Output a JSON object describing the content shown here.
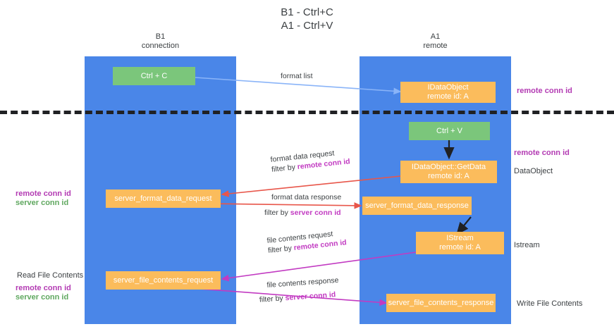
{
  "title": "B1 - Ctrl+C\nA1 - Ctrl+V",
  "lanes": [
    {
      "name": "lane-b1",
      "header": "B1\nconnection"
    },
    {
      "name": "lane-a1",
      "header": "A1\nremote"
    }
  ],
  "nodes": {
    "ctrl_c": "Ctrl + C",
    "ctrl_v": "Ctrl + V",
    "idataobject": "IDataObject\nremote id: A",
    "idataobject_getdata": "IDataObject::GetData\nremote id: A",
    "istream": "IStream\nremote id: A",
    "server_format_data_request": "server_format_data_request",
    "server_format_data_response": "server_format_data_response",
    "server_file_contents_request": "server_file_contents_request",
    "server_file_contents_response": "server_file_contents_response"
  },
  "edges": {
    "format_list": "format list",
    "format_data_request": "format data request",
    "format_data_request_filter_prefix": "filter by ",
    "format_data_request_filter_key": "remote conn id",
    "format_data_response": "format data response",
    "format_data_response_filter_prefix": "filter by ",
    "format_data_response_filter_key": "server conn id",
    "file_contents_request": "file contents request",
    "file_contents_request_filter_prefix": "filter by ",
    "file_contents_request_filter_key": "remote conn id",
    "file_contents_response": "file contents response",
    "file_contents_response_filter_prefix": "filter by ",
    "file_contents_response_filter_key": "server conn id"
  },
  "annotations": {
    "right_remote_conn_id_top": "remote conn id",
    "right_remote_conn_id_mid": "remote conn id",
    "right_dataobject": "DataObject",
    "right_istream": "Istream",
    "right_write_file_contents": "Write File Contents",
    "left_remote_conn_id_mid": "remote conn id",
    "left_server_conn_id_mid": "server conn id",
    "left_read_file_contents": "Read File Contents",
    "left_remote_conn_id_bottom": "remote conn id",
    "left_server_conn_id_bottom": "server conn id"
  },
  "colors": {
    "lane": "#4a86e8",
    "node_orange": "#fbbc5c",
    "node_green": "#7bc67b",
    "key_purple": "#c23bc2",
    "key_green": "#60a860",
    "arrow_blue": "#8ab4f8",
    "arrow_red": "#e8564a",
    "arrow_magenta": "#c23bc2",
    "arrow_black": "#202124"
  }
}
